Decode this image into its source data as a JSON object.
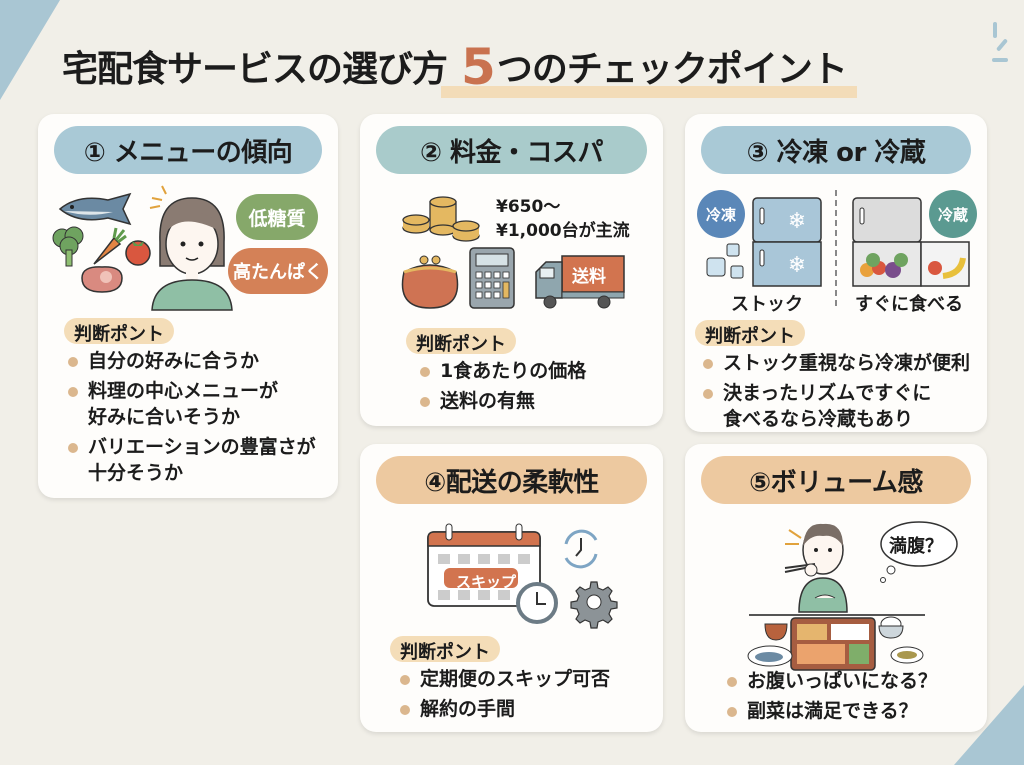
{
  "title": {
    "main": "宅配食サービスの選び方",
    "number": "5",
    "rest": "つのチェックポイント"
  },
  "colors": {
    "background": "#f1efe8",
    "accent_orange": "#c9724f",
    "header_blue": "#a9c9d6",
    "header_tan": "#edc9a0",
    "judgement_bg": "#f4ddb8",
    "bullet": "#dbb78e"
  },
  "judgement_label": "判断ポント",
  "cards": [
    {
      "header": "① メニューの傾向",
      "tags": [
        "低糖質",
        "高たんぱく"
      ],
      "icons": [
        "fish-icon",
        "broccoli-icon",
        "carrot-icon",
        "tomato-icon",
        "meat-icon",
        "woman-icon"
      ],
      "judgement": "判断ポント",
      "bullets": [
        "自分の好みに合うか",
        "料理の中心メニューが\n好みに合いそうか",
        "バリエーションの豊富さが\n十分そうか"
      ]
    },
    {
      "header": "② 料金・コスパ",
      "price_text": [
        "¥650〜",
        "¥1,000台が主流"
      ],
      "truck_label": "送料",
      "icons": [
        "coins-icon",
        "purse-icon",
        "calculator-icon",
        "delivery-truck-icon"
      ],
      "judgement": "判断ポント",
      "bullets": [
        "1食あたりの価格",
        "送料の有無"
      ]
    },
    {
      "header": "③ 冷凍 or 冷蔵",
      "tags": [
        "冷凍",
        "冷蔵"
      ],
      "left_label": "ストック",
      "right_label": "すぐに食べる",
      "icons": [
        "freezer-icon",
        "ice-cube-icon",
        "fridge-icon"
      ],
      "judgement": "判断ポント",
      "bullets": [
        "ストック重視なら冷凍が便利",
        "決まったリズムですぐに\n食べるなら冷蔵もあり"
      ]
    },
    {
      "header": "④配送の柔軟性",
      "calendar_label": "スキップ",
      "icons": [
        "calendar-icon",
        "clock-icon",
        "refresh-clock-icon",
        "gear-icon"
      ],
      "judgement": "判断ポント",
      "bullets": [
        "定期便のスキップ可否",
        "解約の手間"
      ]
    },
    {
      "header": "⑤ボリューム感",
      "speech": "満腹？",
      "icons": [
        "man-eating-icon",
        "bento-icon",
        "miso-soup-icon",
        "rice-bowl-icon",
        "fish-plate-icon"
      ],
      "bullets": [
        "お腹いっぱいになる？",
        "副菜は満足できる？"
      ]
    }
  ]
}
